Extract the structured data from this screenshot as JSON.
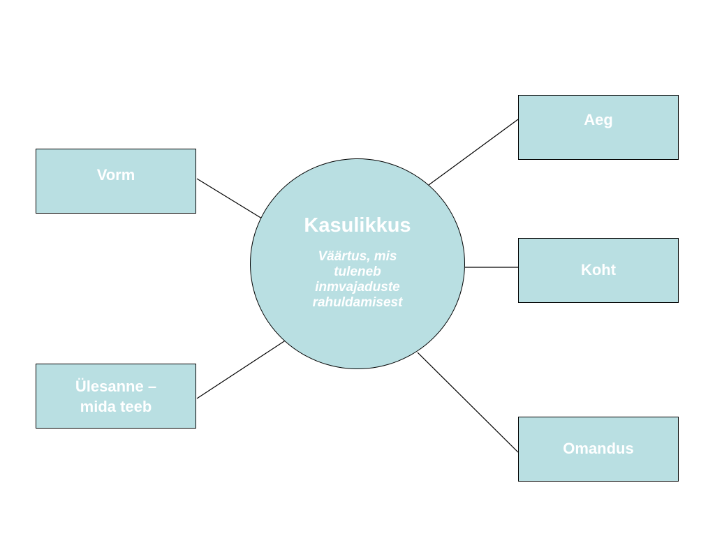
{
  "colors": {
    "node_fill": "#b9dfe2",
    "node_border": "#000000",
    "text": "#ffffff",
    "connector": "#000000",
    "background": "#ffffff"
  },
  "center": {
    "title": "Kasulikkus",
    "subtitle": "Väärtus, mis\ntuleneb\ninmvajaduste\nrahuldamisest"
  },
  "nodes": {
    "vorm": "Vorm",
    "ulesanne": "Ülesanne –\nmida teeb",
    "aeg": "Aeg",
    "koht": "Koht",
    "omandus": "Omandus"
  }
}
